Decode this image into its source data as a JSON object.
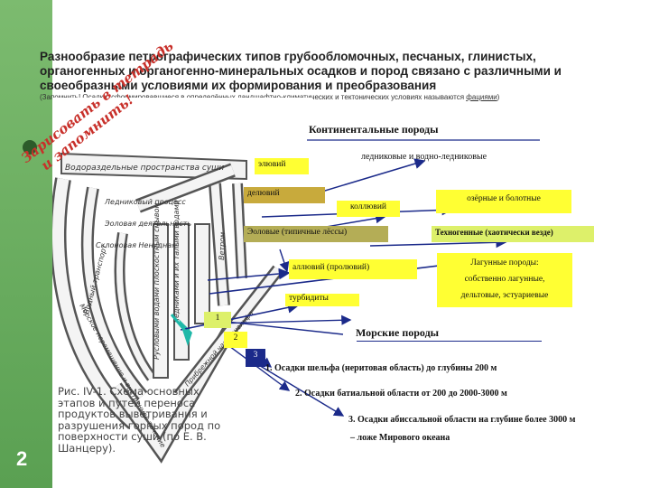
{
  "slide_number": "2",
  "title": "Разнообразие петрографических типов грубообломочных, песчаных, глинистых, органогенных и органогенно-минеральных осадков и пород связано с различными и своеобразными условиями их формирования и преобразования",
  "note": {
    "prefix": "(Запомнить! Осадки, сформировавшиеся в определённых ландшафтно-климатических и тектонических условиях называются ",
    "term": "фациями",
    "suffix": ")"
  },
  "handwritten": {
    "line1": "Зарисовать в тетрадь",
    "line2": "и запомнить!"
  },
  "sketch": {
    "labels": {
      "top": "Водораздельные пространства суши",
      "glacial": "Ледниковый процесс",
      "eolian": "Эоловая деятельность",
      "slope": "Склоновая Ненудная",
      "water": "Водный транспорт",
      "rivers": "Ледниками и их талыми водами",
      "mud": "Ветром",
      "marine": "Русловыми водами плоскостным смывом",
      "deep": "Морское перемещение и внутреннее течение",
      "shelf": "Прибрежной части шельфа"
    },
    "caption": "Рис. IV-1. Схема основных этапов и путей переноса продуктов выветривания и разрушения горных пород по поверхности суши (по Е. В. Шанцеру)."
  },
  "labels": {
    "continental": "Континентальные породы",
    "glacial": "ледниковые и водно-ледниковые",
    "eluvium": "элювий",
    "deluvium": "делювий",
    "colluvium": "коллювий",
    "lacustrine": "озёрные и болотные",
    "eolian": "Эоловые (типичные лёссы)",
    "technogenic": "Техногенные (хаотически везде)",
    "alluvium": "аллювий (пролювий)",
    "lagoon_title": "Лагунные породы:",
    "lagoon_proper": "собственно лагунные,",
    "deltaic": "дельтовые, эстуариевые",
    "turbidites": "турбидиты",
    "marine": "Морские породы",
    "num1": "1",
    "num2": "2",
    "num3": "3",
    "marine1": "1. Осадки шельфа (неритовая область) до глубины 200 м",
    "marine2": "2. Осадки батиальной области от 200 до 2000-3000 м",
    "marine3a": "3. Осадки абиссальной области на глубине более 3000 м",
    "marine3b": "– ложе Мирового океана"
  },
  "colors": {
    "sidebar": "#5aa052",
    "yellow": "#ffff33",
    "olive": "#c8aa3c",
    "khaki": "#b4ad56",
    "lime": "#ddf06a",
    "arrow": "#1b2a8a",
    "handwriting": "#c8302a",
    "teal": "#1fb8a8",
    "navy": "#1b2a8a"
  }
}
